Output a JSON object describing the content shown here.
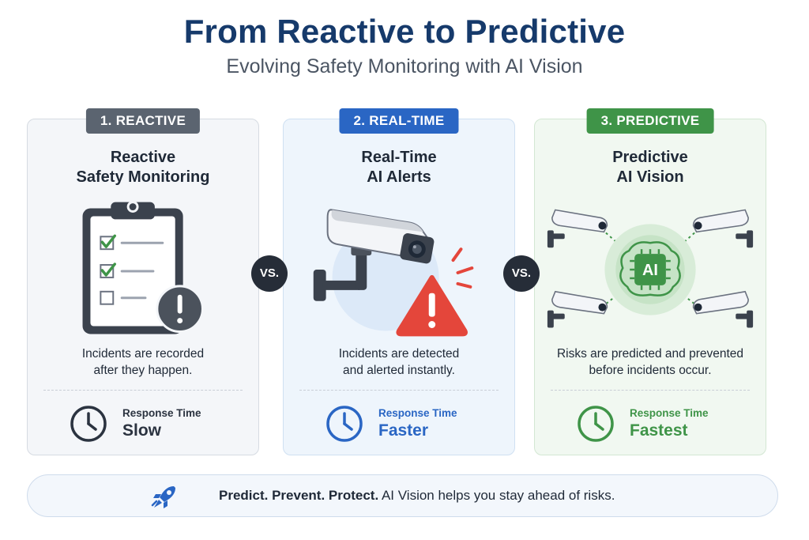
{
  "header": {
    "title": "From Reactive to Predictive",
    "subtitle": "Evolving Safety Monitoring with AI Vision"
  },
  "cards": [
    {
      "badge": "1. REACTIVE",
      "title_line1": "Reactive",
      "title_line2": "Safety Monitoring",
      "desc_line1": "Incidents are recorded",
      "desc_line2": "after they happen.",
      "response_label": "Response Time",
      "response_value": "Slow",
      "color": "#5b6470",
      "icon": "clipboard-checklist-icon"
    },
    {
      "badge": "2. REAL-TIME",
      "title_line1": "Real-Time",
      "title_line2": "AI Alerts",
      "desc_line1": "Incidents are detected",
      "desc_line2": "and alerted instantly.",
      "response_label": "Response Time",
      "response_value": "Faster",
      "color": "#2a66c4",
      "icon": "security-camera-alert-icon"
    },
    {
      "badge": "3. PREDICTIVE",
      "title_line1": "Predictive",
      "title_line2": "AI Vision",
      "desc_line1": "Risks are predicted and prevented",
      "desc_line2": "before incidents occur.",
      "response_label": "Response Time",
      "response_value": "Fastest",
      "color": "#3f9448",
      "icon": "ai-chip-cameras-icon",
      "chip_label": "AI"
    }
  ],
  "vs_label": "VS.",
  "footer": {
    "bold": "Predict. Prevent. Protect.",
    "text": " AI Vision helps you stay ahead of risks.",
    "icon": "rocket-icon"
  }
}
